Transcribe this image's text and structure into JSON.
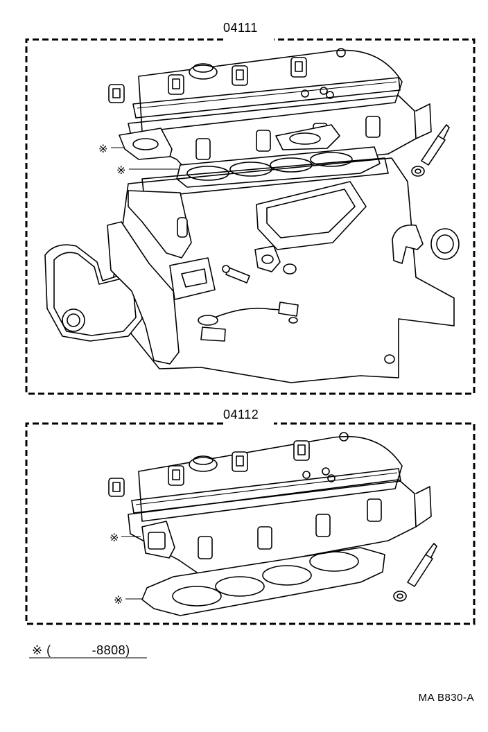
{
  "kits": [
    {
      "code": "04111"
    },
    {
      "code": "04112"
    }
  ],
  "symbols": {
    "note_mark": "※"
  },
  "footnote": {
    "mark": "※",
    "open_paren": "(",
    "range_end": "-8808)"
  },
  "figure_ref": "MA B830-A"
}
